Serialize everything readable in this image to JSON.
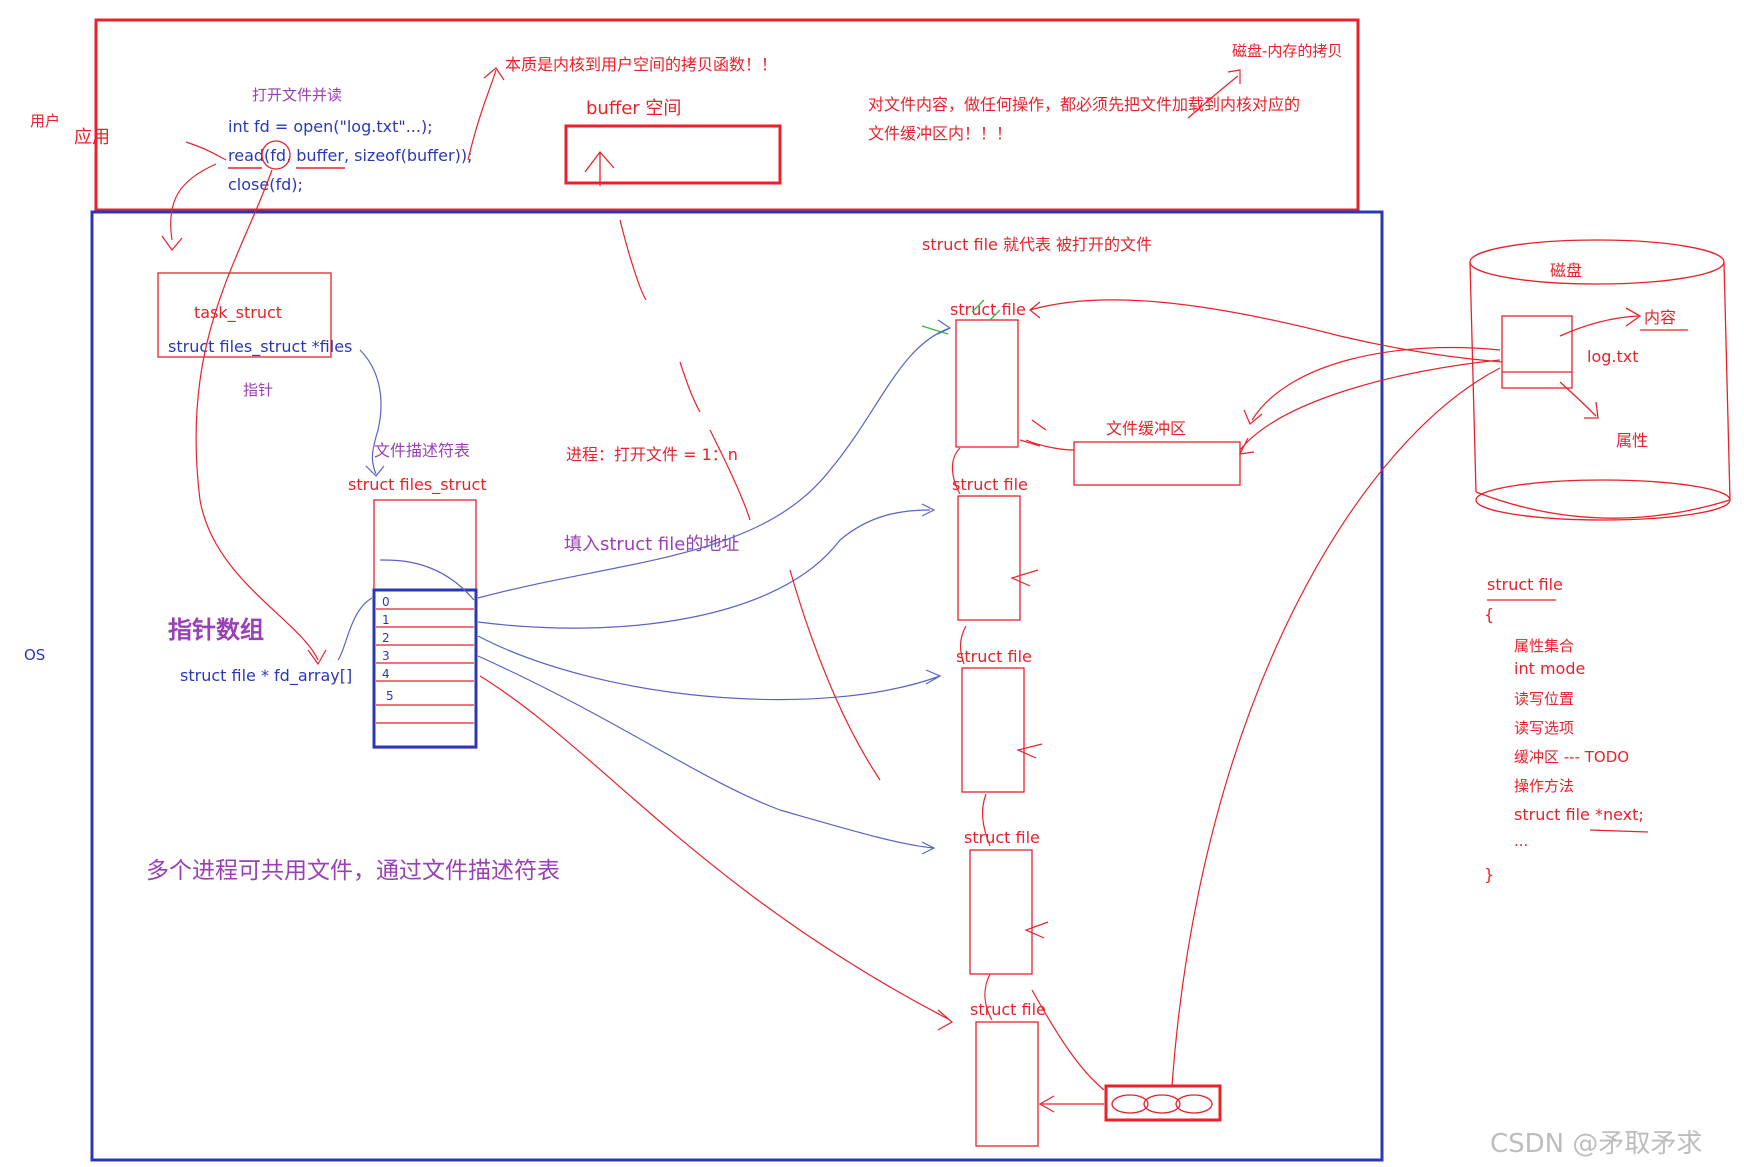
{
  "labels": {
    "user": "用户",
    "app": "应用",
    "os": "OS",
    "open_and_read": "打开文件并读",
    "code_open": "int fd = open(\"log.txt\"...);",
    "code_read": "read(fd, buffer, sizeof(buffer));",
    "code_close": "close(fd);",
    "copy_function_note": "本质是内核到用户空间的拷贝函数！！",
    "buffer_space": "buffer   空间",
    "disk_mem_copy": "磁盘-内存的拷贝",
    "any_op_note_line1": "对文件内容，做任何操作，都必须先把文件加载到内核对应的",
    "any_op_note_line2": "文件缓冲区内！！！",
    "struct_file_represents": "struct file 就代表   被打开的文件",
    "task_struct": "task_struct",
    "files_pointer": "struct files_struct *files",
    "pointer": "指针",
    "fd_table": "文件描述符表",
    "files_struct": "struct files_struct",
    "process_files_ratio": "进程：打开文件 = 1：n",
    "fill_address": "填入struct file的地址",
    "pointer_array": "指针数组",
    "fd_array": "struct file * fd_array[]",
    "fd_indexes": [
      "0",
      "1",
      "2",
      "3",
      "4",
      "5"
    ],
    "share_note": "多个进程可共用文件，通过文件描述符表",
    "file_buffer": "文件缓冲区",
    "struct_file": "struct file",
    "disk": "磁盘",
    "content": "内容",
    "log_txt": "log.txt",
    "attributes": "属性",
    "def_title": "struct file",
    "def_open_brace": "{",
    "def_fields": [
      "属性集合",
      "int mode",
      "读写位置",
      "读写选项",
      "缓冲区 --- TODO",
      "操作方法",
      "struct file *next;",
      "..."
    ],
    "def_close_brace": "}",
    "watermark": "CSDN @矛取矛求"
  },
  "colors": {
    "red": "#e8212b",
    "blue": "#2a38b8",
    "purple": "#9a3fb5"
  }
}
